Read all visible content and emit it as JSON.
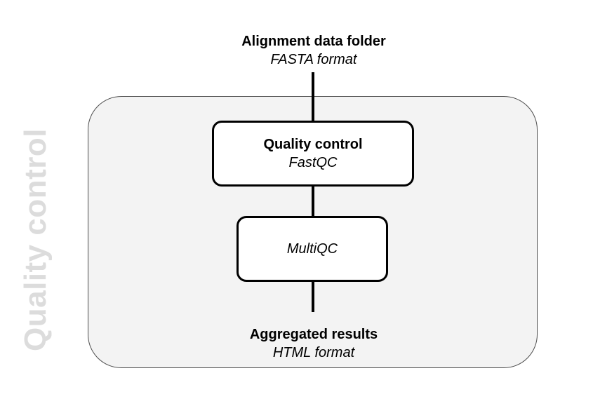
{
  "diagram": {
    "side_label": "Quality control",
    "input": {
      "title": "Alignment data folder",
      "subtitle": "FASTA format"
    },
    "nodes": [
      {
        "title": "Quality control",
        "subtitle": "FastQC"
      },
      {
        "title": "",
        "subtitle": "MultiQC"
      }
    ],
    "output": {
      "title": "Aggregated results",
      "subtitle": "HTML format"
    }
  },
  "colors": {
    "panel_fill": "#f3f3f3",
    "panel_border": "#4d4d4d",
    "side_label": "#dcdcdc",
    "stroke": "#000000"
  }
}
